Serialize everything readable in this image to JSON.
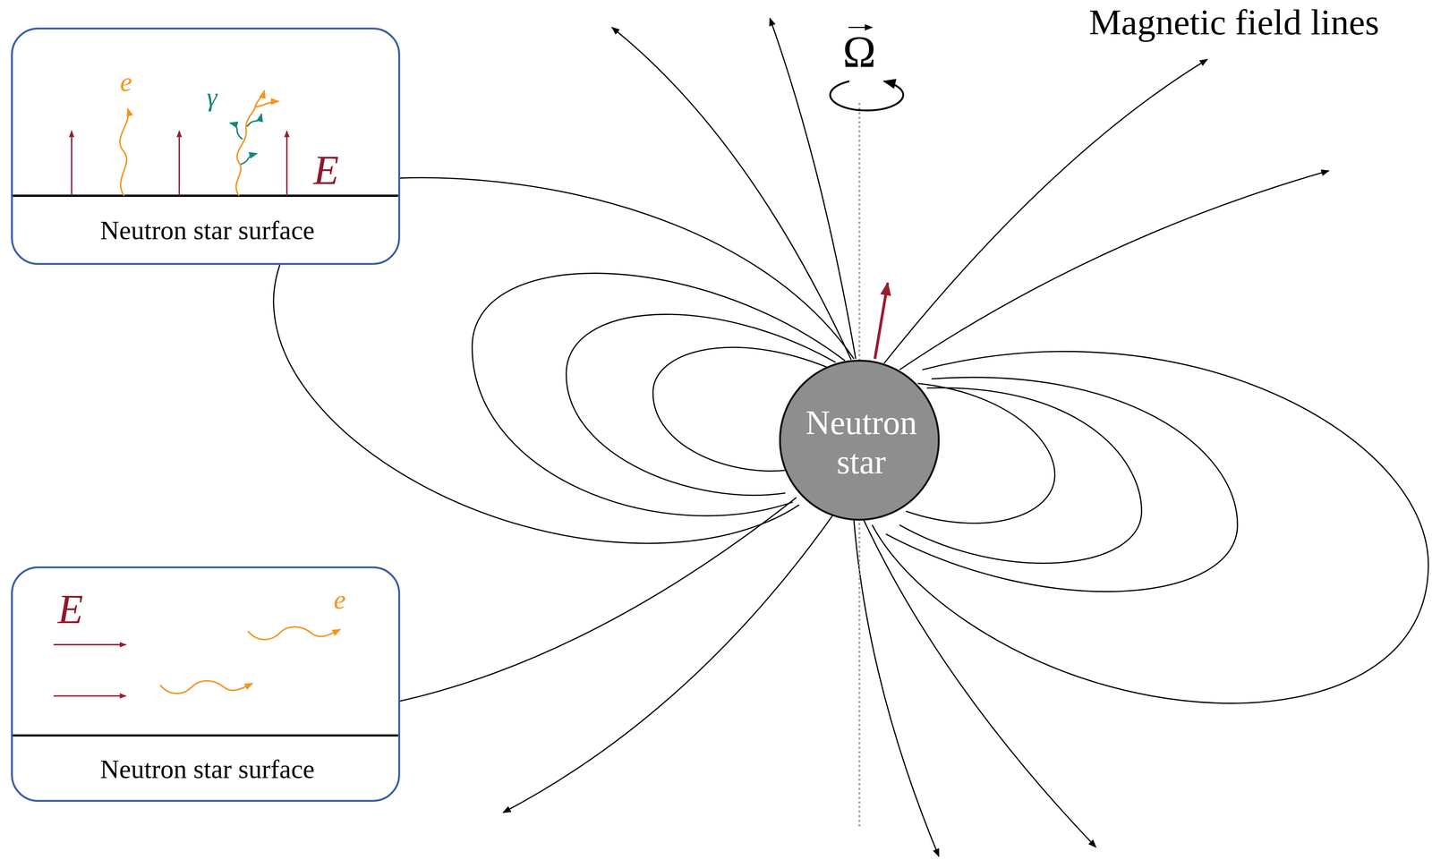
{
  "diagram": {
    "nodes": [
      {
        "text": [
          "e",
          "γ",
          "E",
          "Neutron star surface"
        ]
      },
      {
        "text": [
          "Neutron star"
        ]
      },
      {
        "text": [
          "E",
          "e",
          "Neutron star surface"
        ]
      }
    ],
    "labels": [
      "Magnetic field lines",
      "Ω"
    ]
  }
}
